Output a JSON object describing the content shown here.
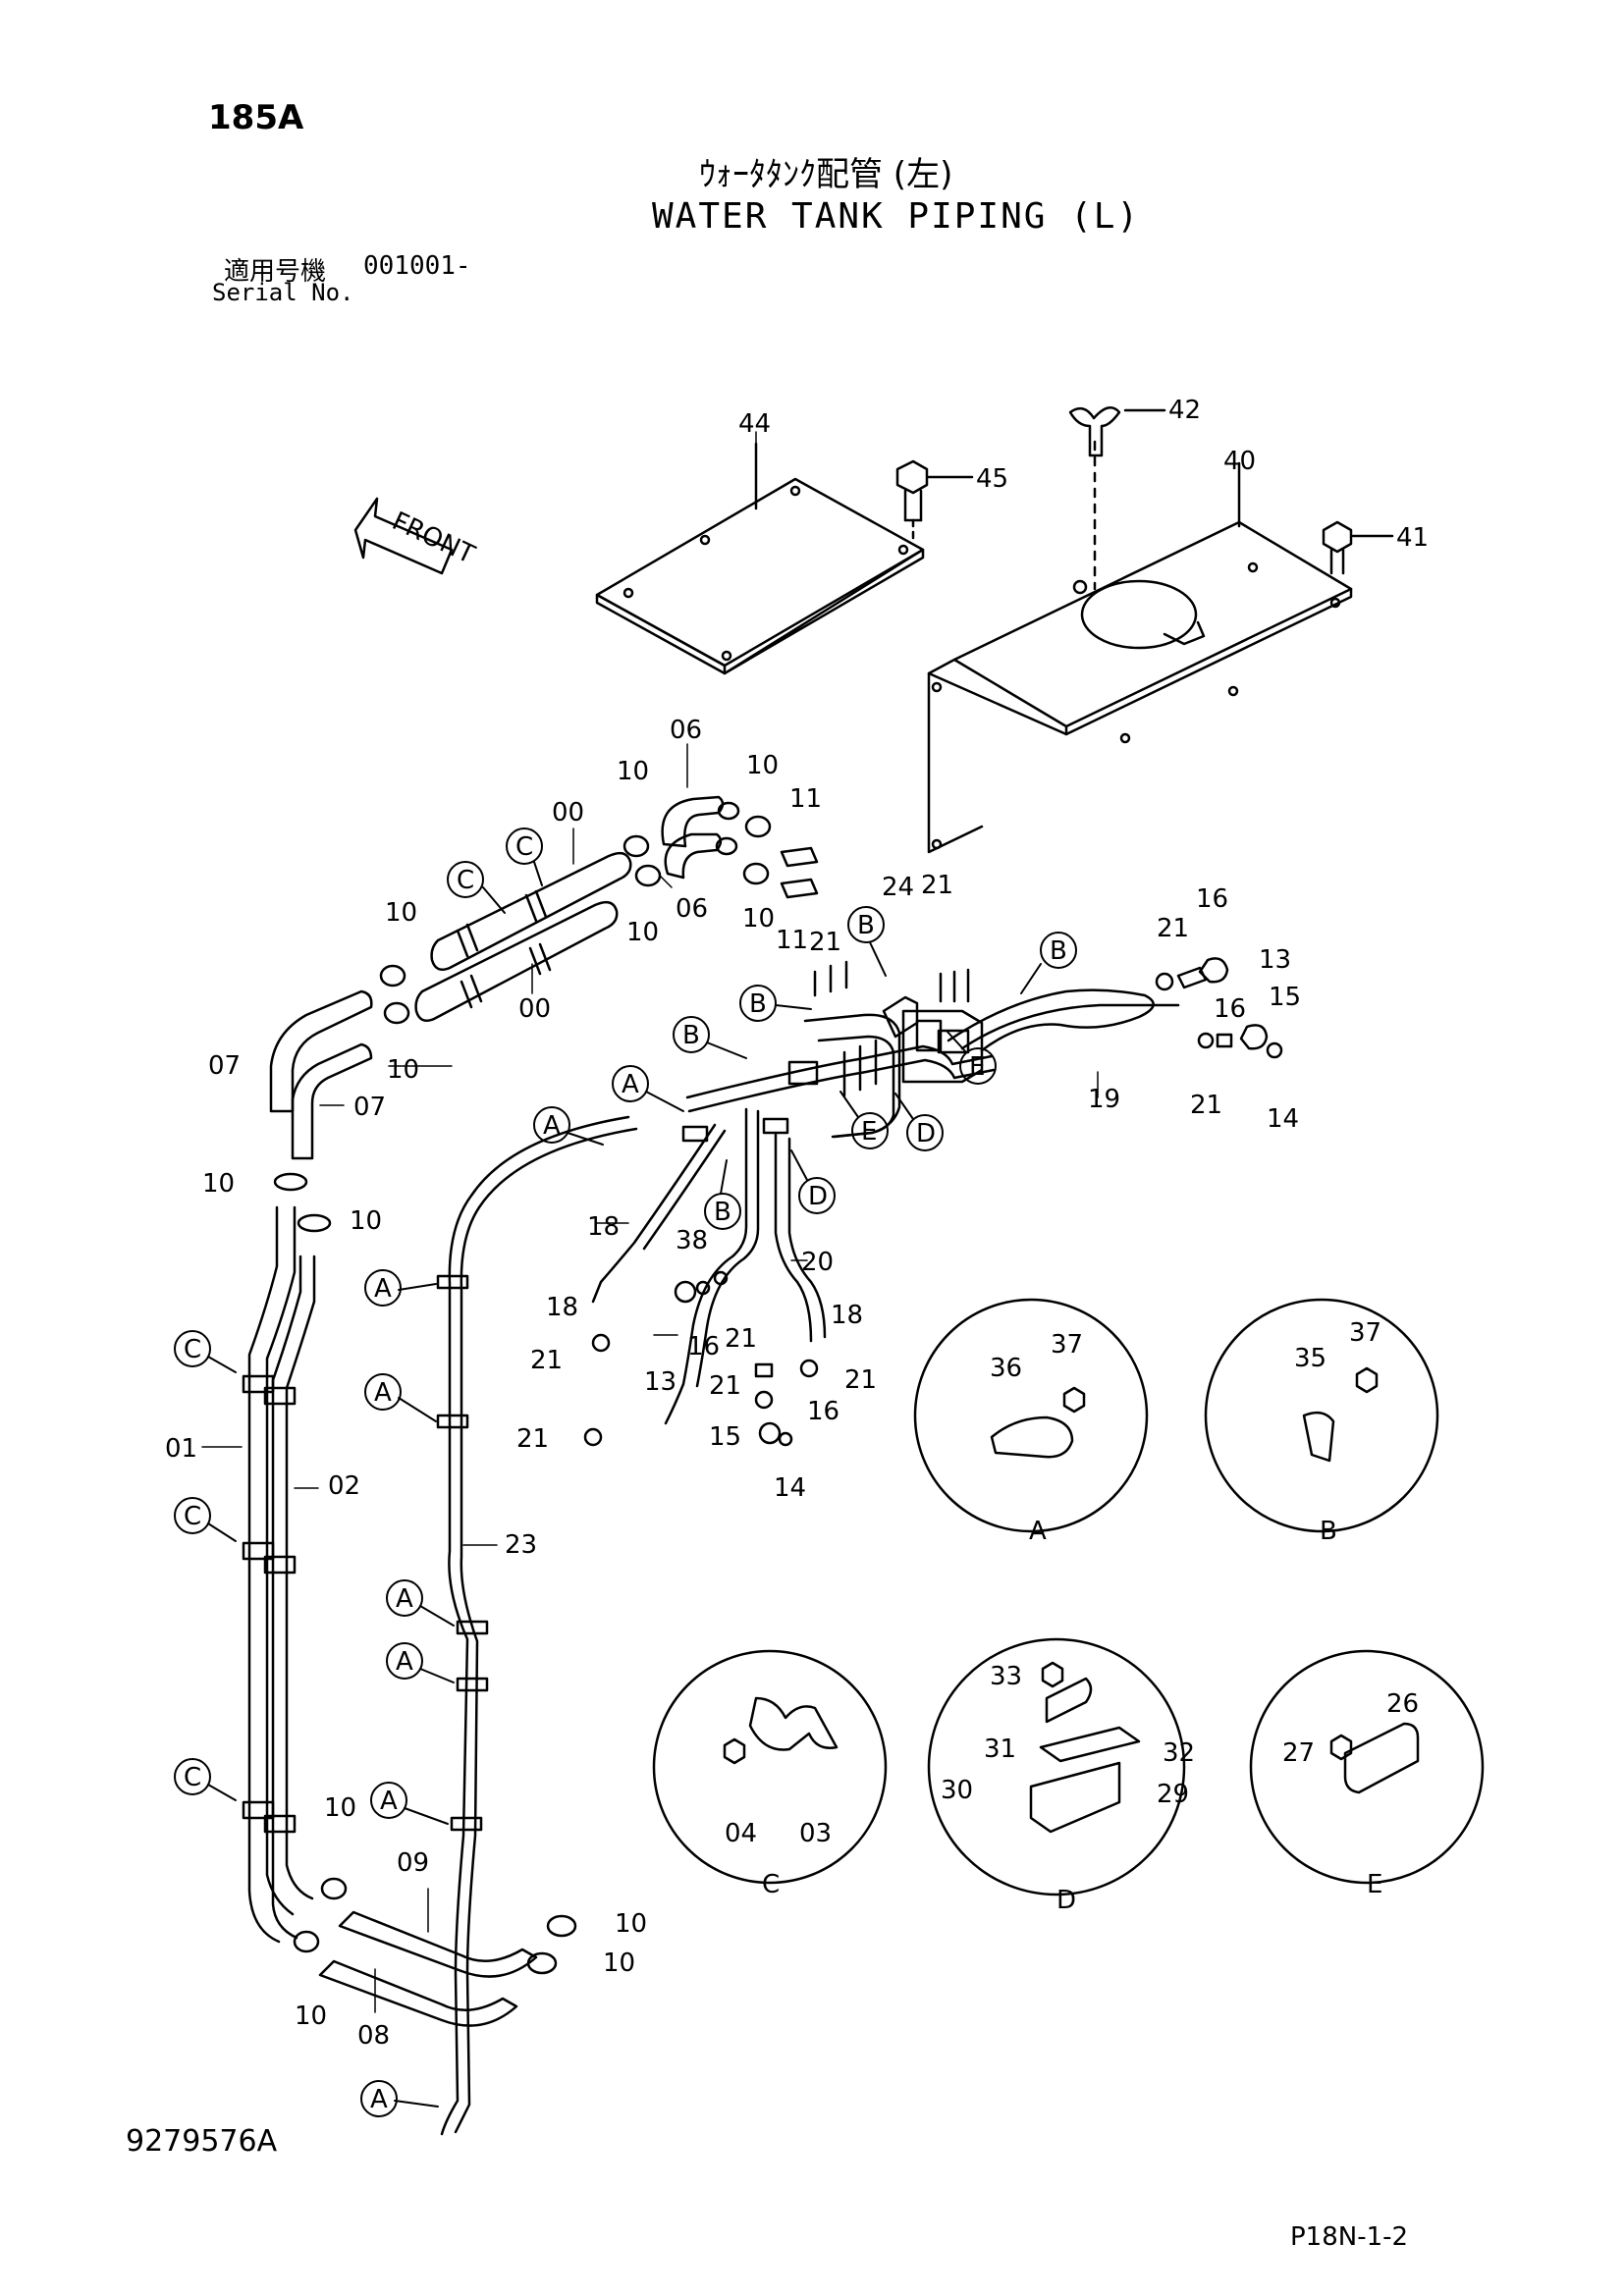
{
  "header": {
    "page_code": "185A",
    "title_jp": "ｳｫｰﾀﾀﾝｸ配管 (左)",
    "title_en": "WATER TANK PIPING (L)",
    "serial_label_jp": "適用号機",
    "serial_value": "001001-",
    "serial_label_en": "Serial No."
  },
  "footer": {
    "doc_number": "9279576A",
    "sheet_number": "P18N-1-2"
  },
  "front_label": "FRONT",
  "callouts": {
    "n44": "44",
    "n45": "45",
    "n42": "42",
    "n40": "40",
    "n41": "41",
    "n06a": "06",
    "n06b": "06",
    "n10a": "10",
    "n10b": "10",
    "n10c": "10",
    "n10d": "10",
    "n11a": "11",
    "n11b": "11",
    "n00a": "00",
    "n00b": "00",
    "n10e": "10",
    "n10f": "10",
    "n07a": "07",
    "n07b": "07",
    "n10g": "10",
    "n10h": "10",
    "n24": "24",
    "n21a": "21",
    "n21b": "21",
    "n21c": "21",
    "n16a": "16",
    "n13a": "13",
    "n16b": "16",
    "n15a": "15",
    "n19": "19",
    "n21d": "21",
    "n14a": "14",
    "n18a": "18",
    "n38": "38",
    "n20": "20",
    "n18b": "18",
    "n18c": "18",
    "n21e": "21",
    "n16c": "16",
    "n21f": "21",
    "n13b": "13",
    "n21g": "21",
    "n21h": "21",
    "n16d": "16",
    "n21i": "21",
    "n15b": "15",
    "n14b": "14",
    "n01": "01",
    "n02": "02",
    "n23": "23",
    "n36": "36",
    "n37a": "37",
    "n35": "35",
    "n37b": "37",
    "n33": "33",
    "n31": "31",
    "n32": "32",
    "n30": "30",
    "n29": "29",
    "n26": "26",
    "n27": "27",
    "n04": "04",
    "n03": "03",
    "n10i": "10",
    "n09": "09",
    "n10j": "10",
    "n10k": "10",
    "n10l": "10",
    "n08": "08"
  },
  "detail_views": {
    "A": "A",
    "B": "B",
    "C": "C",
    "D": "D",
    "E": "E"
  },
  "markers": {
    "A": "A",
    "B": "B",
    "C": "C",
    "D": "D",
    "E": "E"
  }
}
